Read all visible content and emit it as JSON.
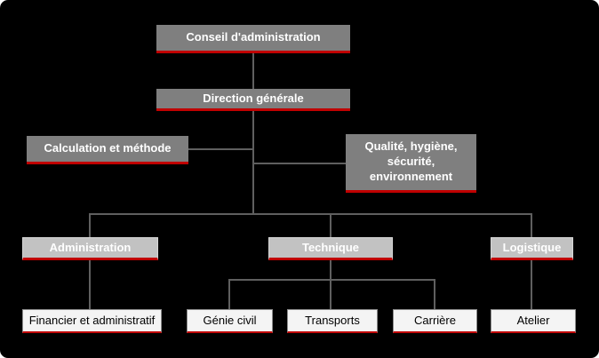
{
  "diagram": {
    "type": "org-chart",
    "colors": {
      "canvas_background": "#000000",
      "page_background": "#ffffff",
      "dark_box_fill": "#7f7f7f",
      "light_box_fill": "#c2c2c2",
      "white_box_fill": "#f4f4f4",
      "red_underline": "#c00000",
      "connector": "#5f5f5f",
      "text_on_gray": "#ffffff",
      "text_on_white": "#000000"
    }
  },
  "nodes": {
    "conseil": {
      "label": "Conseil d'administration"
    },
    "direction": {
      "label": "Direction générale"
    },
    "calculation": {
      "label": "Calculation et méthode"
    },
    "qualite": {
      "label": "Qualité, hygiène, sécurité, environnement"
    },
    "administration": {
      "label": "Administration"
    },
    "technique": {
      "label": "Technique"
    },
    "logistique": {
      "label": "Logistique"
    },
    "financier": {
      "label": "Financier et administratif"
    },
    "genie_civil": {
      "label": "Génie civil"
    },
    "transports": {
      "label": "Transports"
    },
    "carriere": {
      "label": "Carrière"
    },
    "atelier": {
      "label": "Atelier"
    }
  },
  "hierarchy": {
    "root": "Conseil d'administration",
    "edges": [
      [
        "Conseil d'administration",
        "Direction générale"
      ],
      [
        "Direction générale",
        "Calculation et méthode"
      ],
      [
        "Direction générale",
        "Qualité, hygiène, sécurité, environnement"
      ],
      [
        "Direction générale",
        "Administration"
      ],
      [
        "Direction générale",
        "Technique"
      ],
      [
        "Direction générale",
        "Logistique"
      ],
      [
        "Administration",
        "Financier et administratif"
      ],
      [
        "Technique",
        "Génie civil"
      ],
      [
        "Technique",
        "Transports"
      ],
      [
        "Technique",
        "Carrière"
      ],
      [
        "Logistique",
        "Atelier"
      ]
    ]
  }
}
